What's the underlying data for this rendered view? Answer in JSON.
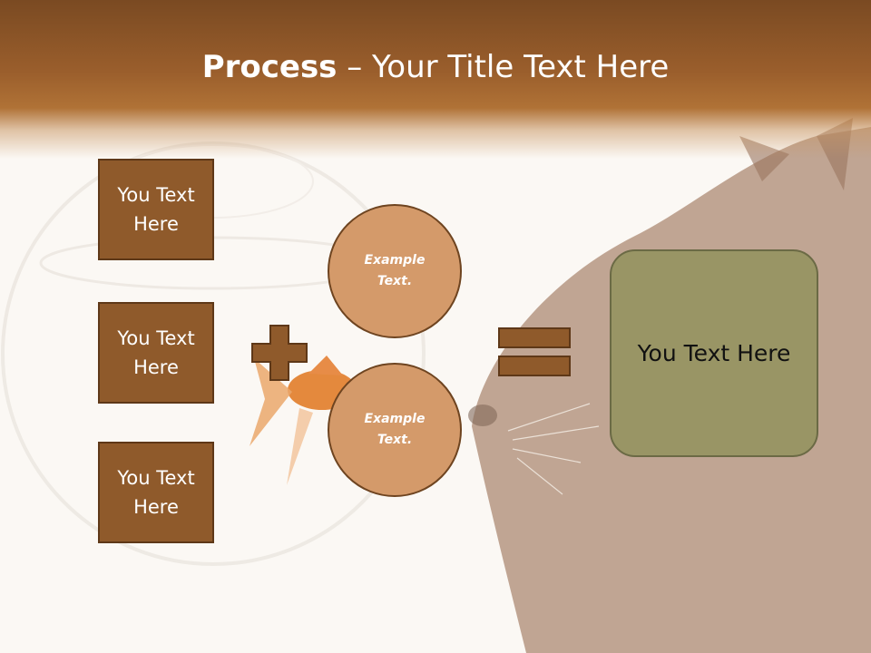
{
  "slide": {
    "title_bold": "Process",
    "title_rest": " – Your Title Text Here",
    "left_boxes": [
      {
        "label": "You Text Here"
      },
      {
        "label": "You Text Here"
      },
      {
        "label": "You Text Here"
      }
    ],
    "circles": [
      {
        "label": "Example Text."
      },
      {
        "label": "Example Text."
      }
    ],
    "result_label": "You Text Here",
    "operators": [
      "plus-icon",
      "equals-icon"
    ]
  },
  "colors": {
    "header": "#7a4a22",
    "box_fill": "#8f5a2b",
    "circle_fill": "#d49a6a",
    "result_fill": "#999565",
    "background": "#fbf8f4"
  }
}
